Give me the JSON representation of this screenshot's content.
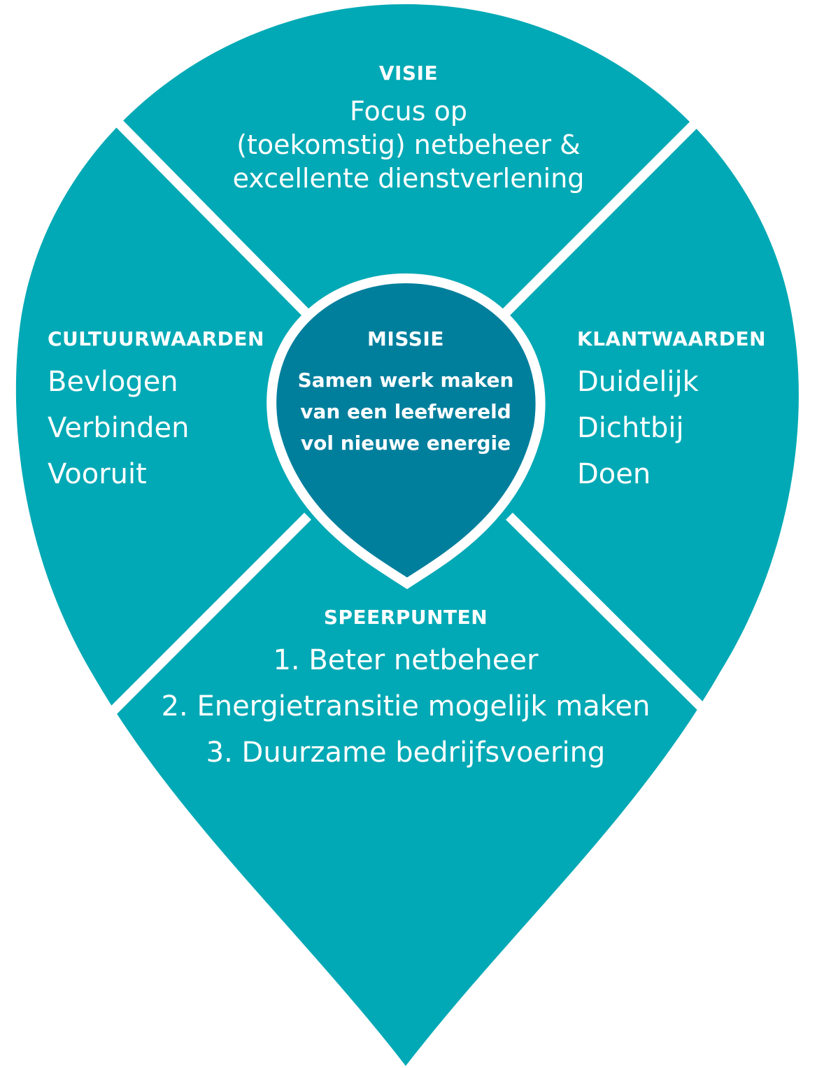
{
  "colors": {
    "pin": "#00a9b5",
    "mission": "#007f9d",
    "divider": "#ffffff",
    "text": "#ffffff"
  },
  "visie": {
    "heading": "VISIE",
    "lines": [
      "Focus op",
      "(toekomstig) netbeheer &",
      "excellente dienstverlening"
    ]
  },
  "cultuurwaarden": {
    "heading": "CULTUURWAARDEN",
    "items": [
      "Bevlogen",
      "Verbinden",
      "Vooruit"
    ]
  },
  "missie": {
    "heading": "MISSIE",
    "lines": [
      "Samen werk maken",
      "van een leefwereld",
      "vol nieuwe energie"
    ]
  },
  "klantwaarden": {
    "heading": "KLANTWAARDEN",
    "items": [
      "Duidelijk",
      "Dichtbij",
      "Doen"
    ]
  },
  "speerpunten": {
    "heading": "SPEERPUNTEN",
    "items": [
      "1. Beter netbeheer",
      "2. Energietransitie mogelijk maken",
      "3. Duurzame bedrijfsvoering"
    ]
  }
}
